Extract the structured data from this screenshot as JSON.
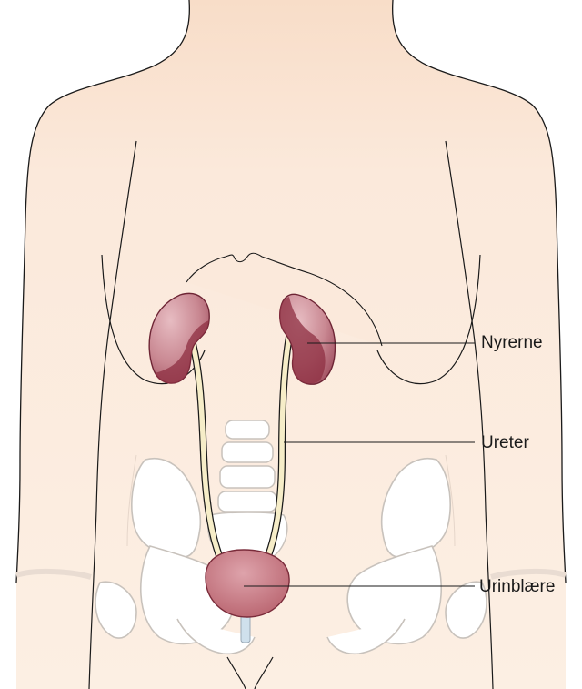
{
  "labels": {
    "kidneys": "Nyrerne",
    "ureter": "Ureter",
    "bladder": "Urinblære"
  },
  "colors": {
    "skin": "#fbe9db",
    "skin_shadow": "#f6dcc8",
    "outline": "#1a1a1a",
    "kidney_light": "#d7a6ae",
    "kidney_dark": "#8e2f42",
    "ureter": "#f6edc8",
    "bladder": "#c97f8a",
    "bone": "#ffffff",
    "bone_outline": "#c8c2bc"
  }
}
